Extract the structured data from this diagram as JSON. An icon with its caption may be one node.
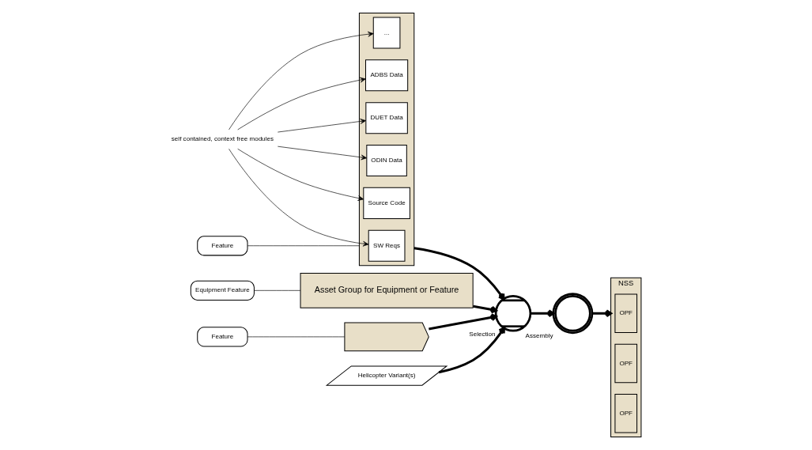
{
  "diagram": {
    "nodes": [
      {
        "text": [
          "self contained, context free modules"
        ]
      },
      {
        "text": [
          "Feature"
        ]
      },
      {
        "text": [],
        "shape": "box"
      },
      {
        "text": [
          "SW Reqs"
        ],
        "in": 2
      },
      {
        "text": [
          "ADBS Data"
        ],
        "in": 2
      },
      {
        "text": [
          "DUET Data"
        ],
        "in": 2
      },
      {
        "text": [
          "ODIN Data"
        ],
        "in": 2
      },
      {
        "text": [
          "Source Code"
        ],
        "in": 2
      },
      {
        "text": [
          "..."
        ],
        "in": 2
      },
      {
        "text": [
          "Equipment Feature"
        ]
      },
      {
        "text": [
          "Asset Group for Equipment or Feature"
        ]
      },
      {
        "text": [
          "Feature"
        ]
      },
      {
        "text": [],
        "shape": "flag"
      },
      {
        "text": [
          "Helicopter Variant(s)"
        ]
      },
      {
        "text": [],
        "shape": "circle",
        "beside": [
          "Selection"
        ]
      },
      {
        "text": [],
        "shape": "circle",
        "beside": [
          "Assembly"
        ]
      },
      {
        "text": [
          "NSS"
        ]
      },
      {
        "text": [
          "OPF"
        ],
        "in": 16
      },
      {
        "text": [
          "OPF"
        ],
        "in": 16
      },
      {
        "text": [
          "OPF"
        ],
        "in": 16
      }
    ],
    "edges": [
      {
        "from": 0,
        "to": 3,
        "arrow": "to"
      },
      {
        "from": 0,
        "to": 4,
        "arrow": "to"
      },
      {
        "from": 0,
        "to": 5,
        "arrow": "to"
      },
      {
        "from": 0,
        "to": 6,
        "arrow": "to"
      },
      {
        "from": 0,
        "to": 7,
        "arrow": "to"
      },
      {
        "from": 0,
        "to": 8,
        "arrow": "to"
      },
      {
        "from": 1,
        "to": 2,
        "arrow": "none"
      },
      {
        "from": 9,
        "to": 10,
        "arrow": "none"
      },
      {
        "from": 11,
        "to": 12,
        "arrow": "none"
      },
      {
        "from": 2,
        "to": 14,
        "arrow": "to",
        "style": "thick"
      },
      {
        "from": 10,
        "to": 14,
        "arrow": "to",
        "style": "thick"
      },
      {
        "from": 12,
        "to": 14,
        "arrow": "to",
        "style": "thick"
      },
      {
        "from": 13,
        "to": 14,
        "arrow": "to",
        "style": "thick"
      },
      {
        "from": 14,
        "to": 15,
        "arrow": "to",
        "style": "thick"
      },
      {
        "from": 15,
        "to": 16,
        "arrow": "to",
        "style": "thick"
      }
    ]
  }
}
